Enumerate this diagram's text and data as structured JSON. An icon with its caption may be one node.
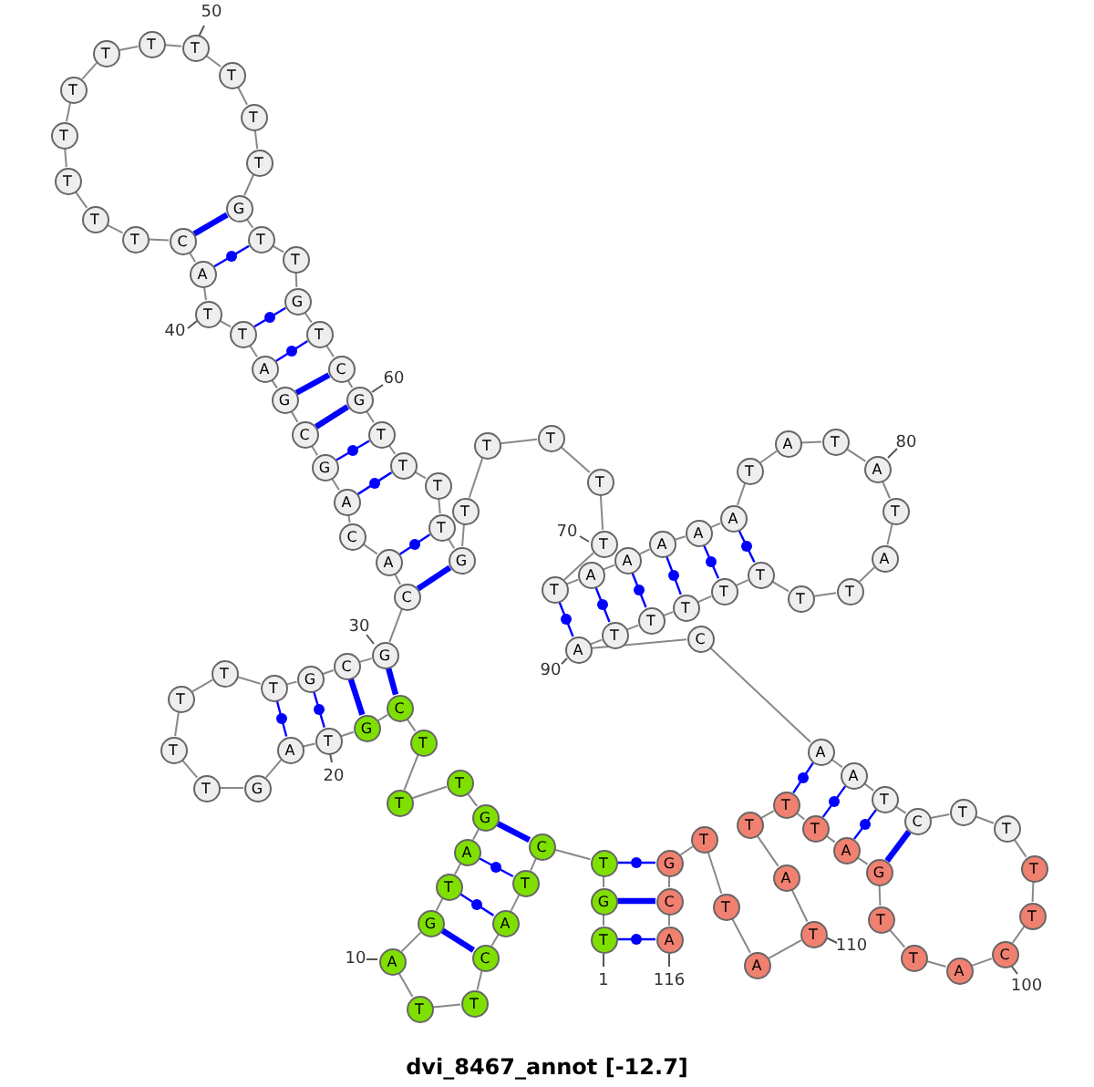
{
  "diagram": {
    "title": "dvi_8467_annot [-12.7]",
    "nodes": [
      {
        "text": [
          "T"
        ]
      },
      {
        "text": [
          "G"
        ]
      },
      {
        "text": [
          "T"
        ]
      },
      {
        "text": [
          "C"
        ]
      },
      {
        "text": [
          "T"
        ]
      },
      {
        "text": [
          "A"
        ]
      },
      {
        "text": [
          "C"
        ]
      },
      {
        "text": [
          "T"
        ]
      },
      {
        "text": [
          "T"
        ]
      },
      {
        "text": [
          "A"
        ]
      },
      {
        "text": [
          "G"
        ]
      },
      {
        "text": [
          "T"
        ]
      },
      {
        "text": [
          "A"
        ]
      },
      {
        "text": [
          "G"
        ]
      },
      {
        "text": [
          "T"
        ]
      },
      {
        "text": [
          "T"
        ]
      },
      {
        "text": [
          "T"
        ]
      },
      {
        "text": [
          "C"
        ]
      },
      {
        "text": [
          "G"
        ]
      },
      {
        "text": [
          "T"
        ]
      },
      {
        "text": [
          "A"
        ]
      },
      {
        "text": [
          "G"
        ]
      },
      {
        "text": [
          "T"
        ]
      },
      {
        "text": [
          "T"
        ]
      },
      {
        "text": [
          "T"
        ]
      },
      {
        "text": [
          "T"
        ]
      },
      {
        "text": [
          "T"
        ]
      },
      {
        "text": [
          "G"
        ]
      },
      {
        "text": [
          "C"
        ]
      },
      {
        "text": [
          "G"
        ]
      },
      {
        "text": [
          "C"
        ]
      },
      {
        "text": [
          "A"
        ]
      },
      {
        "text": [
          "C"
        ]
      },
      {
        "text": [
          "A"
        ]
      },
      {
        "text": [
          "G"
        ]
      },
      {
        "text": [
          "C"
        ]
      },
      {
        "text": [
          "G"
        ]
      },
      {
        "text": [
          "A"
        ]
      },
      {
        "text": [
          "T"
        ]
      },
      {
        "text": [
          "T"
        ]
      },
      {
        "text": [
          "A"
        ]
      },
      {
        "text": [
          "C"
        ]
      },
      {
        "text": [
          "T"
        ]
      },
      {
        "text": [
          "T"
        ]
      },
      {
        "text": [
          "T"
        ]
      },
      {
        "text": [
          "T"
        ]
      },
      {
        "text": [
          "T"
        ]
      },
      {
        "text": [
          "T"
        ]
      },
      {
        "text": [
          "T"
        ]
      },
      {
        "text": [
          "T"
        ]
      },
      {
        "text": [
          "T"
        ]
      },
      {
        "text": [
          "T"
        ]
      },
      {
        "text": [
          "T"
        ]
      },
      {
        "text": [
          "G"
        ]
      },
      {
        "text": [
          "T"
        ]
      },
      {
        "text": [
          "T"
        ]
      },
      {
        "text": [
          "G"
        ]
      },
      {
        "text": [
          "T"
        ]
      },
      {
        "text": [
          "C"
        ]
      },
      {
        "text": [
          "G"
        ]
      },
      {
        "text": [
          "T"
        ]
      },
      {
        "text": [
          "T"
        ]
      },
      {
        "text": [
          "T"
        ]
      },
      {
        "text": [
          "T"
        ]
      },
      {
        "text": [
          "G"
        ]
      },
      {
        "text": [
          "T"
        ]
      },
      {
        "text": [
          "T"
        ]
      },
      {
        "text": [
          "T"
        ]
      },
      {
        "text": [
          "T"
        ]
      },
      {
        "text": [
          "T"
        ]
      },
      {
        "text": [
          "T"
        ]
      },
      {
        "text": [
          "A"
        ]
      },
      {
        "text": [
          "A"
        ]
      },
      {
        "text": [
          "A"
        ]
      },
      {
        "text": [
          "A"
        ]
      },
      {
        "text": [
          "A"
        ]
      },
      {
        "text": [
          "T"
        ]
      },
      {
        "text": [
          "A"
        ]
      },
      {
        "text": [
          "T"
        ]
      },
      {
        "text": [
          "A"
        ]
      },
      {
        "text": [
          "T"
        ]
      },
      {
        "text": [
          "A"
        ]
      },
      {
        "text": [
          "T"
        ]
      },
      {
        "text": [
          "T"
        ]
      },
      {
        "text": [
          "T"
        ]
      },
      {
        "text": [
          "T"
        ]
      },
      {
        "text": [
          "T"
        ]
      },
      {
        "text": [
          "T"
        ]
      },
      {
        "text": [
          "T"
        ]
      },
      {
        "text": [
          "A"
        ]
      },
      {
        "text": [
          "C"
        ]
      },
      {
        "text": [
          "A"
        ]
      },
      {
        "text": [
          "A"
        ]
      },
      {
        "text": [
          "T"
        ]
      },
      {
        "text": [
          "C"
        ]
      },
      {
        "text": [
          "T"
        ]
      },
      {
        "text": [
          "T"
        ]
      },
      {
        "text": [
          "T"
        ]
      },
      {
        "text": [
          "T"
        ]
      },
      {
        "text": [
          "C"
        ]
      },
      {
        "text": [
          "A"
        ]
      },
      {
        "text": [
          "T"
        ]
      },
      {
        "text": [
          "T"
        ]
      },
      {
        "text": [
          "G"
        ]
      },
      {
        "text": [
          "A"
        ]
      },
      {
        "text": [
          "T"
        ]
      },
      {
        "text": [
          "T"
        ]
      },
      {
        "text": [
          "T"
        ]
      },
      {
        "text": [
          "A"
        ]
      },
      {
        "text": [
          "T"
        ]
      },
      {
        "text": [
          "A"
        ]
      },
      {
        "text": [
          "T"
        ]
      },
      {
        "text": [
          "T"
        ]
      },
      {
        "text": [
          "G"
        ]
      },
      {
        "text": [
          "C"
        ]
      },
      {
        "text": [
          "A"
        ]
      }
    ],
    "edges": [
      {
        "from": 0,
        "to": 1,
        "arrow": "none"
      },
      {
        "from": 1,
        "to": 2,
        "arrow": "none"
      },
      {
        "from": 2,
        "to": 3,
        "arrow": "none"
      },
      {
        "from": 3,
        "to": 4,
        "arrow": "none"
      },
      {
        "from": 4,
        "to": 5,
        "arrow": "none"
      },
      {
        "from": 5,
        "to": 6,
        "arrow": "none"
      },
      {
        "from": 6,
        "to": 7,
        "arrow": "none"
      },
      {
        "from": 7,
        "to": 8,
        "arrow": "none"
      },
      {
        "from": 8,
        "to": 9,
        "arrow": "none"
      },
      {
        "from": 9,
        "to": 10,
        "arrow": "none"
      },
      {
        "from": 10,
        "to": 11,
        "arrow": "none"
      },
      {
        "from": 11,
        "to": 12,
        "arrow": "none"
      },
      {
        "from": 12,
        "to": 13,
        "arrow": "none"
      },
      {
        "from": 13,
        "to": 14,
        "arrow": "none"
      },
      {
        "from": 14,
        "to": 15,
        "arrow": "none"
      },
      {
        "from": 15,
        "to": 16,
        "arrow": "none"
      },
      {
        "from": 16,
        "to": 17,
        "arrow": "none"
      },
      {
        "from": 17,
        "to": 18,
        "arrow": "none"
      },
      {
        "from": 18,
        "to": 19,
        "arrow": "none"
      },
      {
        "from": 19,
        "to": 20,
        "arrow": "none"
      },
      {
        "from": 20,
        "to": 21,
        "arrow": "none"
      },
      {
        "from": 21,
        "to": 22,
        "arrow": "none"
      },
      {
        "from": 22,
        "to": 23,
        "arrow": "none"
      },
      {
        "from": 23,
        "to": 24,
        "arrow": "none"
      },
      {
        "from": 24,
        "to": 25,
        "arrow": "none"
      },
      {
        "from": 25,
        "to": 26,
        "arrow": "none"
      },
      {
        "from": 26,
        "to": 27,
        "arrow": "none"
      },
      {
        "from": 27,
        "to": 28,
        "arrow": "none"
      },
      {
        "from": 28,
        "to": 29,
        "arrow": "none"
      },
      {
        "from": 29,
        "to": 30,
        "arrow": "none"
      },
      {
        "from": 30,
        "to": 31,
        "arrow": "none"
      },
      {
        "from": 31,
        "to": 32,
        "arrow": "none"
      },
      {
        "from": 32,
        "to": 33,
        "arrow": "none"
      },
      {
        "from": 33,
        "to": 34,
        "arrow": "none"
      },
      {
        "from": 34,
        "to": 35,
        "arrow": "none"
      },
      {
        "from": 35,
        "to": 36,
        "arrow": "none"
      },
      {
        "from": 36,
        "to": 37,
        "arrow": "none"
      },
      {
        "from": 37,
        "to": 38,
        "arrow": "none"
      },
      {
        "from": 38,
        "to": 39,
        "arrow": "none"
      },
      {
        "from": 39,
        "to": 40,
        "arrow": "none"
      },
      {
        "from": 40,
        "to": 41,
        "arrow": "none"
      },
      {
        "from": 41,
        "to": 42,
        "arrow": "none"
      },
      {
        "from": 42,
        "to": 43,
        "arrow": "none"
      },
      {
        "from": 43,
        "to": 44,
        "arrow": "none"
      },
      {
        "from": 44,
        "to": 45,
        "arrow": "none"
      },
      {
        "from": 45,
        "to": 46,
        "arrow": "none"
      },
      {
        "from": 46,
        "to": 47,
        "arrow": "none"
      },
      {
        "from": 47,
        "to": 48,
        "arrow": "none"
      },
      {
        "from": 48,
        "to": 49,
        "arrow": "none"
      },
      {
        "from": 49,
        "to": 50,
        "arrow": "none"
      },
      {
        "from": 50,
        "to": 51,
        "arrow": "none"
      },
      {
        "from": 51,
        "to": 52,
        "arrow": "none"
      },
      {
        "from": 52,
        "to": 53,
        "arrow": "none"
      },
      {
        "from": 53,
        "to": 54,
        "arrow": "none"
      },
      {
        "from": 54,
        "to": 55,
        "arrow": "none"
      },
      {
        "from": 55,
        "to": 56,
        "arrow": "none"
      },
      {
        "from": 56,
        "to": 57,
        "arrow": "none"
      },
      {
        "from": 57,
        "to": 58,
        "arrow": "none"
      },
      {
        "from": 58,
        "to": 59,
        "arrow": "none"
      },
      {
        "from": 59,
        "to": 60,
        "arrow": "none"
      },
      {
        "from": 60,
        "to": 61,
        "arrow": "none"
      },
      {
        "from": 61,
        "to": 62,
        "arrow": "none"
      },
      {
        "from": 62,
        "to": 63,
        "arrow": "none"
      },
      {
        "from": 63,
        "to": 64,
        "arrow": "none"
      },
      {
        "from": 64,
        "to": 65,
        "arrow": "none"
      },
      {
        "from": 65,
        "to": 66,
        "arrow": "none"
      },
      {
        "from": 66,
        "to": 67,
        "arrow": "none"
      },
      {
        "from": 67,
        "to": 68,
        "arrow": "none"
      },
      {
        "from": 68,
        "to": 69,
        "arrow": "none"
      },
      {
        "from": 69,
        "to": 70,
        "arrow": "none"
      },
      {
        "from": 70,
        "to": 71,
        "arrow": "none"
      },
      {
        "from": 71,
        "to": 72,
        "arrow": "none"
      },
      {
        "from": 72,
        "to": 73,
        "arrow": "none"
      },
      {
        "from": 73,
        "to": 74,
        "arrow": "none"
      },
      {
        "from": 74,
        "to": 75,
        "arrow": "none"
      },
      {
        "from": 75,
        "to": 76,
        "arrow": "none"
      },
      {
        "from": 76,
        "to": 77,
        "arrow": "none"
      },
      {
        "from": 77,
        "to": 78,
        "arrow": "none"
      },
      {
        "from": 78,
        "to": 79,
        "arrow": "none"
      },
      {
        "from": 79,
        "to": 80,
        "arrow": "none"
      },
      {
        "from": 80,
        "to": 81,
        "arrow": "none"
      },
      {
        "from": 81,
        "to": 82,
        "arrow": "none"
      },
      {
        "from": 82,
        "to": 83,
        "arrow": "none"
      },
      {
        "from": 83,
        "to": 84,
        "arrow": "none"
      },
      {
        "from": 84,
        "to": 85,
        "arrow": "none"
      },
      {
        "from": 85,
        "to": 86,
        "arrow": "none"
      },
      {
        "from": 86,
        "to": 87,
        "arrow": "none"
      },
      {
        "from": 87,
        "to": 88,
        "arrow": "none"
      },
      {
        "from": 88,
        "to": 89,
        "arrow": "none"
      },
      {
        "from": 89,
        "to": 90,
        "arrow": "none"
      },
      {
        "from": 90,
        "to": 91,
        "arrow": "none"
      },
      {
        "from": 91,
        "to": 92,
        "arrow": "none"
      },
      {
        "from": 92,
        "to": 93,
        "arrow": "none"
      },
      {
        "from": 93,
        "to": 94,
        "arrow": "none"
      },
      {
        "from": 94,
        "to": 95,
        "arrow": "none"
      },
      {
        "from": 95,
        "to": 96,
        "arrow": "none"
      },
      {
        "from": 96,
        "to": 97,
        "arrow": "none"
      },
      {
        "from": 97,
        "to": 98,
        "arrow": "none"
      },
      {
        "from": 98,
        "to": 99,
        "arrow": "none"
      },
      {
        "from": 99,
        "to": 100,
        "arrow": "none"
      },
      {
        "from": 100,
        "to": 101,
        "arrow": "none"
      },
      {
        "from": 101,
        "to": 102,
        "arrow": "none"
      },
      {
        "from": 102,
        "to": 103,
        "arrow": "none"
      },
      {
        "from": 103,
        "to": 104,
        "arrow": "none"
      },
      {
        "from": 104,
        "to": 105,
        "arrow": "none"
      },
      {
        "from": 105,
        "to": 106,
        "arrow": "none"
      },
      {
        "from": 106,
        "to": 107,
        "arrow": "none"
      },
      {
        "from": 107,
        "to": 108,
        "arrow": "none"
      },
      {
        "from": 108,
        "to": 109,
        "arrow": "none"
      },
      {
        "from": 109,
        "to": 110,
        "arrow": "none"
      },
      {
        "from": 110,
        "to": 111,
        "arrow": "none"
      },
      {
        "from": 111,
        "to": 112,
        "arrow": "none"
      },
      {
        "from": 112,
        "to": 113,
        "arrow": "none"
      },
      {
        "from": 113,
        "to": 114,
        "arrow": "none"
      },
      {
        "from": 114,
        "to": 115,
        "arrow": "none"
      },
      {
        "from": 0,
        "to": 115,
        "arrow": "none",
        "color": "#0000ff"
      },
      {
        "from": 1,
        "to": 114,
        "arrow": "none",
        "color": "#0000ff",
        "style": "thick"
      },
      {
        "from": 2,
        "to": 113,
        "arrow": "none",
        "color": "#0000ff"
      },
      {
        "from": 3,
        "to": 13,
        "arrow": "none",
        "color": "#0000ff",
        "style": "thick"
      },
      {
        "from": 4,
        "to": 12,
        "arrow": "none",
        "color": "#0000ff"
      },
      {
        "from": 5,
        "to": 11,
        "arrow": "none",
        "color": "#0000ff"
      },
      {
        "from": 6,
        "to": 10,
        "arrow": "none",
        "color": "#0000ff",
        "style": "thick"
      },
      {
        "from": 17,
        "to": 29,
        "arrow": "none",
        "color": "#0000ff",
        "style": "thick"
      },
      {
        "from": 18,
        "to": 28,
        "arrow": "none",
        "color": "#0000ff",
        "style": "thick"
      },
      {
        "from": 19,
        "to": 27,
        "arrow": "none",
        "color": "#0000ff"
      },
      {
        "from": 20,
        "to": 26,
        "arrow": "none",
        "color": "#0000ff"
      },
      {
        "from": 30,
        "to": 64,
        "arrow": "none",
        "color": "#0000ff",
        "style": "thick"
      },
      {
        "from": 31,
        "to": 63,
        "arrow": "none",
        "color": "#0000ff"
      },
      {
        "from": 33,
        "to": 61,
        "arrow": "none",
        "color": "#0000ff"
      },
      {
        "from": 34,
        "to": 60,
        "arrow": "none",
        "color": "#0000ff"
      },
      {
        "from": 35,
        "to": 59,
        "arrow": "none",
        "color": "#0000ff",
        "style": "thick"
      },
      {
        "from": 36,
        "to": 58,
        "arrow": "none",
        "color": "#0000ff",
        "style": "thick"
      },
      {
        "from": 37,
        "to": 57,
        "arrow": "none",
        "color": "#0000ff"
      },
      {
        "from": 38,
        "to": 56,
        "arrow": "none",
        "color": "#0000ff"
      },
      {
        "from": 40,
        "to": 54,
        "arrow": "none",
        "color": "#0000ff"
      },
      {
        "from": 41,
        "to": 53,
        "arrow": "none",
        "color": "#0000ff",
        "style": "thick"
      },
      {
        "from": 70,
        "to": 89,
        "arrow": "none",
        "color": "#0000ff"
      },
      {
        "from": 71,
        "to": 88,
        "arrow": "none",
        "color": "#0000ff"
      },
      {
        "from": 72,
        "to": 87,
        "arrow": "none",
        "color": "#0000ff"
      },
      {
        "from": 73,
        "to": 86,
        "arrow": "none",
        "color": "#0000ff"
      },
      {
        "from": 74,
        "to": 85,
        "arrow": "none",
        "color": "#0000ff"
      },
      {
        "from": 75,
        "to": 84,
        "arrow": "none",
        "color": "#0000ff"
      },
      {
        "from": 91,
        "to": 106,
        "arrow": "none",
        "color": "#0000ff"
      },
      {
        "from": 92,
        "to": 105,
        "arrow": "none",
        "color": "#0000ff"
      },
      {
        "from": 93,
        "to": 104,
        "arrow": "none",
        "color": "#0000ff"
      },
      {
        "from": 94,
        "to": 103,
        "arrow": "none",
        "color": "#0000ff",
        "style": "thick"
      }
    ],
    "labels": [
      "50",
      "40",
      "60",
      "70",
      "80",
      "30",
      "90",
      "20",
      "10",
      "1",
      "116",
      "110",
      "100"
    ]
  }
}
